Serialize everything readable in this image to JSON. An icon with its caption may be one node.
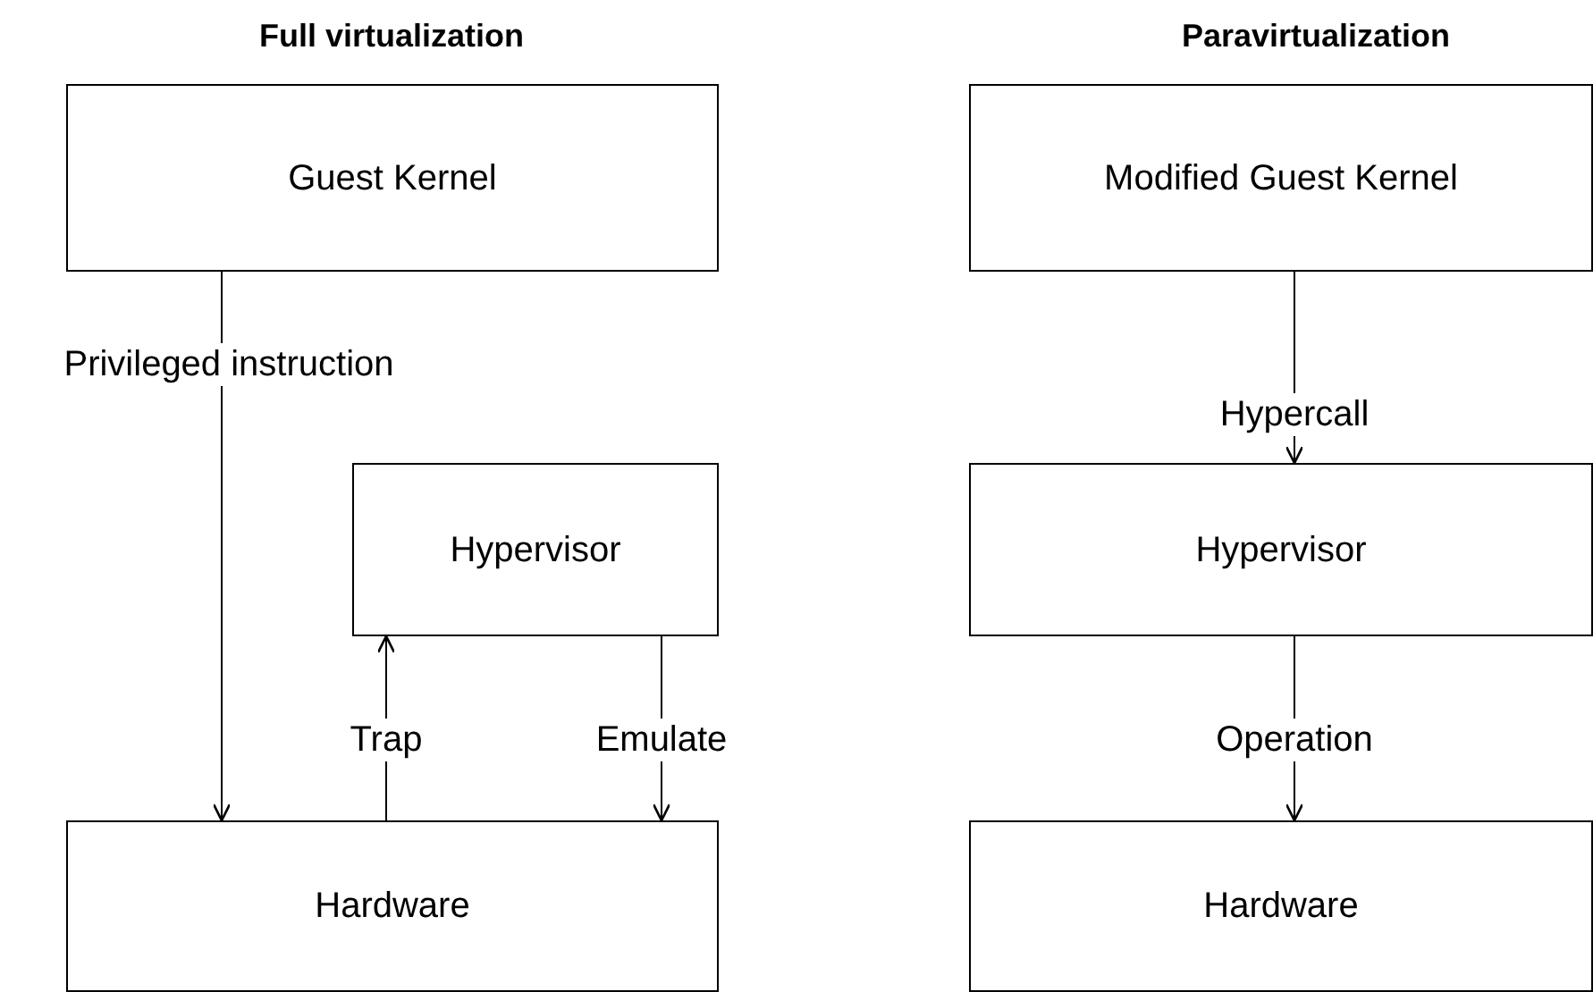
{
  "diagram": {
    "nodes": [
      {
        "text": [
          "Guest Kernel"
        ]
      },
      {
        "text": [
          "Hypervisor"
        ]
      },
      {
        "text": [
          "Hardware"
        ]
      },
      {
        "text": [
          "Modified Guest Kernel"
        ]
      },
      {
        "text": [
          "Hypervisor"
        ]
      },
      {
        "text": [
          "Hardware"
        ]
      }
    ],
    "edges": [
      {
        "from": 0,
        "to": 2,
        "arrow": "to",
        "label": "Privileged instruction"
      },
      {
        "from": 2,
        "to": 1,
        "arrow": "to",
        "label": "Trap"
      },
      {
        "from": 1,
        "to": 2,
        "arrow": "to",
        "label": "Emulate"
      },
      {
        "from": 3,
        "to": 4,
        "arrow": "to",
        "label": "Hypercall"
      },
      {
        "from": 4,
        "to": 5,
        "arrow": "to",
        "label": "Operation"
      }
    ],
    "labels": [
      "Full virtualization",
      "Paravirtualization"
    ]
  }
}
